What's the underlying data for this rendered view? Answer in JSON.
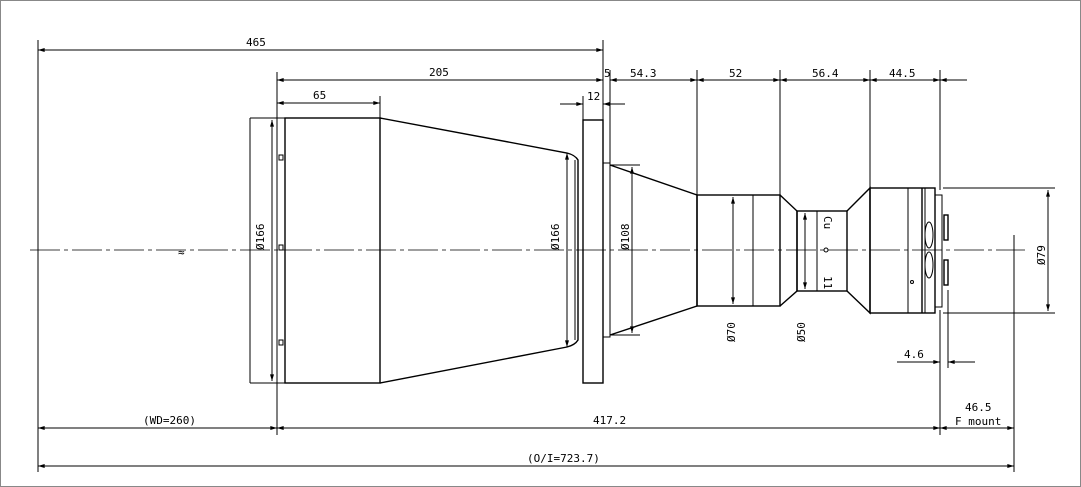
{
  "drawing": {
    "dimensions": {
      "overall_front": "465",
      "lens_length_front": "205",
      "front_barrel": "65",
      "flange_thickness": "12",
      "flange_gap": "5",
      "seg1": "54.3",
      "seg2": "52",
      "seg3": "56.4",
      "seg4": "44.5",
      "mount_step": "4.6",
      "wd": "(WD=260)",
      "lens_total": "417.2",
      "flange_back": "46.5",
      "mount_type": "F mount",
      "oi": "(O/I=723.7)"
    },
    "diameters": {
      "front_left": "Ø166",
      "front_right": "Ø166",
      "mid": "Ø108",
      "barrel": "Ø70",
      "ring": "Ø50",
      "rear": "Ø79"
    }
  }
}
